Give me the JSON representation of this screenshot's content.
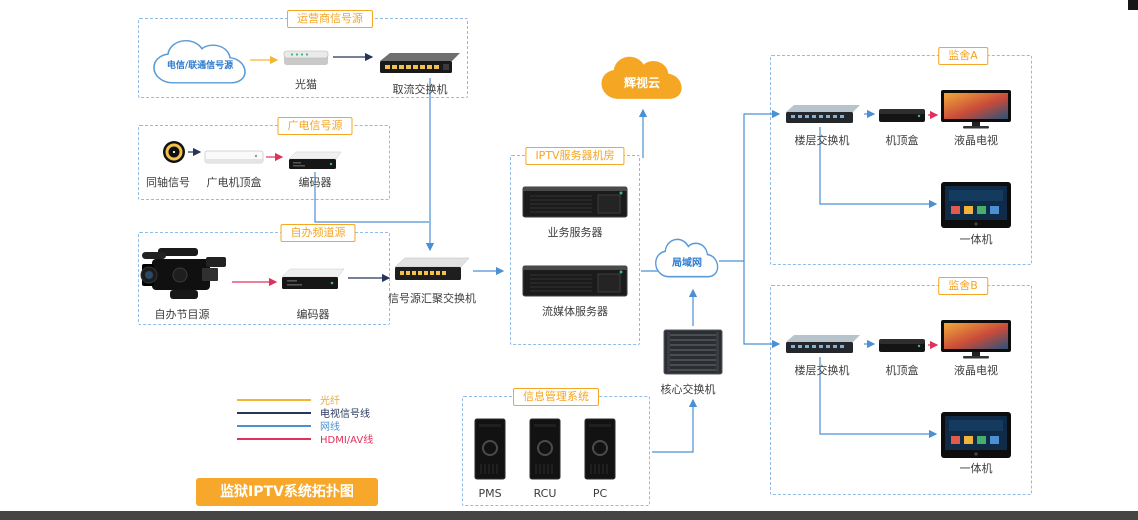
{
  "title_badge": "监狱IPTV系统拓扑图",
  "groups": {
    "operator": {
      "label": "运营商信号源"
    },
    "broadcast": {
      "label": "广电信号源"
    },
    "self_channel": {
      "label": "自办频道源"
    },
    "iptv_room": {
      "label": "IPTV服务器机房"
    },
    "info_system": {
      "label": "信息管理系统"
    },
    "cell_a": {
      "label": "监舍A"
    },
    "cell_b": {
      "label": "监舍B"
    }
  },
  "nodes": {
    "telecom_cloud": {
      "label": "电信/联通信号源"
    },
    "optical_modem": {
      "label": "光猫"
    },
    "stream_switch": {
      "label": "取流交换机"
    },
    "coax_signal": {
      "label": "同轴信号"
    },
    "broadcast_stb": {
      "label": "广电机顶盒"
    },
    "broadcast_encoder": {
      "label": "编码器"
    },
    "self_source": {
      "label": "自办节目源"
    },
    "self_encoder": {
      "label": "编码器"
    },
    "agg_switch": {
      "label": "信号源汇聚交换机"
    },
    "business_server": {
      "label": "业务服务器"
    },
    "stream_server": {
      "label": "流媒体服务器"
    },
    "huishi_cloud": {
      "label": "辉视云"
    },
    "lan_cloud": {
      "label": "局域网"
    },
    "core_switch": {
      "label": "核心交换机"
    },
    "floor_switch_a": {
      "label": "楼层交换机"
    },
    "stb_a": {
      "label": "机顶盒"
    },
    "tv_a": {
      "label": "液晶电视"
    },
    "aio_a": {
      "label": "一体机"
    },
    "floor_switch_b": {
      "label": "楼层交换机"
    },
    "stb_b": {
      "label": "机顶盒"
    },
    "tv_b": {
      "label": "液晶电视"
    },
    "aio_b": {
      "label": "一体机"
    },
    "pms": {
      "label": "PMS"
    },
    "rcu": {
      "label": "RCU"
    },
    "pc": {
      "label": "PC"
    }
  },
  "legend": {
    "items": [
      {
        "label": "光纤",
        "color": "#F2B632"
      },
      {
        "label": "电视信号线",
        "color": "#26355C"
      },
      {
        "label": "网线",
        "color": "#4A90D2"
      },
      {
        "label": "HDMI/AV线",
        "color": "#E0315B"
      }
    ]
  }
}
